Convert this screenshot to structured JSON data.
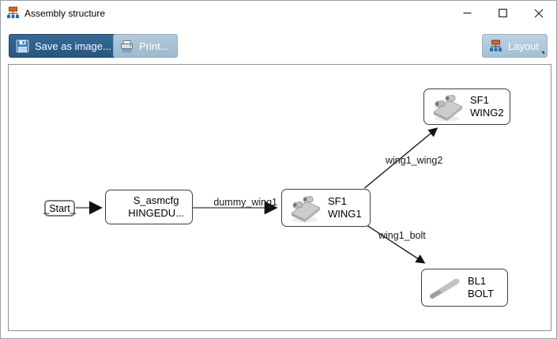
{
  "window": {
    "title": "Assembly structure"
  },
  "toolbar": {
    "save_button": "Save as image...",
    "print_button": "Print...",
    "layout_button": "Layout"
  },
  "diagram": {
    "nodes": {
      "start": {
        "label": "_Start_"
      },
      "asmcfg": {
        "line1": "S_asmcfg",
        "line2": "HINGEDU..."
      },
      "wing1": {
        "line1": "SF1",
        "line2": "WING1"
      },
      "wing2": {
        "line1": "SF1",
        "line2": "WING2"
      },
      "bolt": {
        "line1": "BL1",
        "line2": "BOLT"
      }
    },
    "edge_labels": {
      "dummy_wing1": "dummy_wing1",
      "wing1_wing2": "wing1_wing2",
      "wing1_bolt": "wing1_bolt"
    }
  },
  "icons": {
    "app": "org-chart-tree-icon",
    "save": "floppy-disk-icon",
    "print": "printer-icon",
    "layout": "org-chart-tree-icon",
    "wing_part": "hinge-3d-part-icon",
    "bolt_part": "bolt-3d-part-icon",
    "minimize": "minimize-icon",
    "maximize": "maximize-icon",
    "close": "close-icon"
  },
  "colors": {
    "save_button_bg": "#2e5f8a",
    "disabled_button_bg": "#a7c2d6",
    "layout_button_bg": "#aec8da",
    "accent_orange": "#e8601c",
    "accent_blue": "#2c6496",
    "edge_gray": "#7f7f7f",
    "edge_black": "#1c1c1c"
  }
}
